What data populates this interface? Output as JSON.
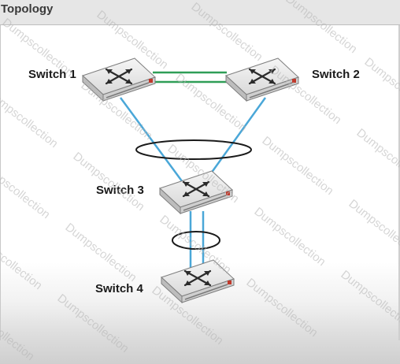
{
  "title": "Topology",
  "switches": [
    {
      "id": "switch-1",
      "label": "Switch 1"
    },
    {
      "id": "switch-2",
      "label": "Switch 2"
    },
    {
      "id": "switch-3",
      "label": "Switch 3"
    },
    {
      "id": "switch-4",
      "label": "Switch 4"
    }
  ],
  "links": [
    {
      "from": "switch-1",
      "to": "switch-2",
      "color": "#2f9e57",
      "count": 2
    },
    {
      "from": "switch-1",
      "to": "switch-3",
      "color": "#4aa7d8",
      "count": 1
    },
    {
      "from": "switch-2",
      "to": "switch-3",
      "color": "#4aa7d8",
      "count": 1
    },
    {
      "from": "switch-3",
      "to": "switch-4",
      "color": "#4aa7d8",
      "count": 2
    }
  ],
  "bundles": [
    {
      "name": "etherchannel-upper",
      "color": "#1a1a1a"
    },
    {
      "name": "etherchannel-lower",
      "color": "#1a1a1a"
    }
  ],
  "watermark": "Dumpscollection",
  "colors": {
    "switch_body": "#e4e4e4",
    "switch_stripe": "#c0392b",
    "link_blue": "#4aa7d8",
    "link_green": "#2f9e57"
  }
}
